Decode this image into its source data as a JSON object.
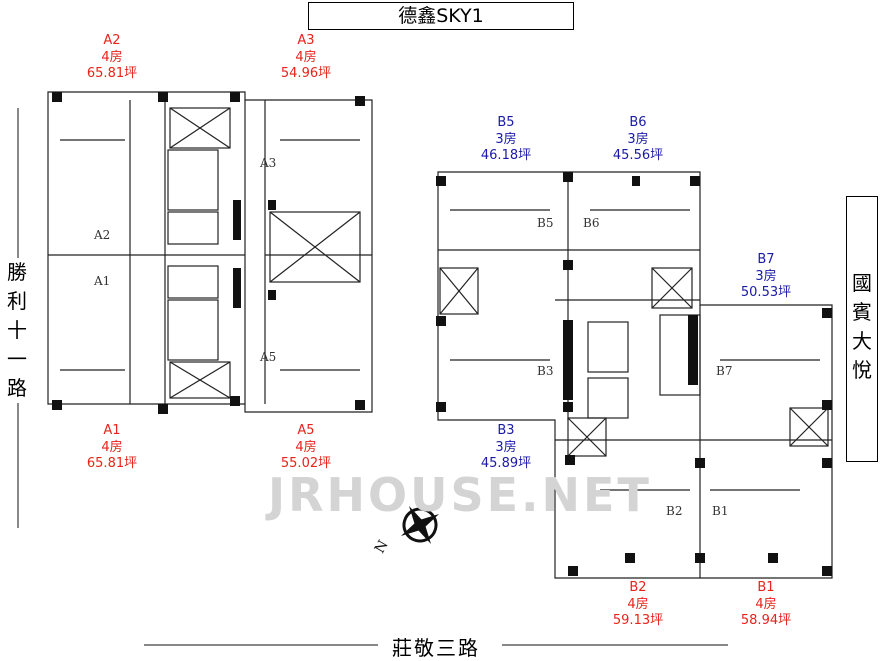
{
  "title": "德鑫SKY1",
  "roads": {
    "west": [
      "勝",
      "利",
      "十",
      "一",
      "路"
    ],
    "east": [
      "國",
      "賓",
      "大",
      "悅"
    ],
    "south": "莊敬三路"
  },
  "watermark": "JRHOUSE.NET",
  "compass": "N",
  "colors": {
    "red": "#e8231a",
    "blue": "#1a1aa8"
  },
  "units": [
    {
      "id": "A2",
      "rooms": "4房",
      "area": "65.81坪",
      "color": "red"
    },
    {
      "id": "A3",
      "rooms": "4房",
      "area": "54.96坪",
      "color": "red"
    },
    {
      "id": "B5",
      "rooms": "3房",
      "area": "46.18坪",
      "color": "blue"
    },
    {
      "id": "B6",
      "rooms": "3房",
      "area": "45.56坪",
      "color": "blue"
    },
    {
      "id": "B7",
      "rooms": "3房",
      "area": "50.53坪",
      "color": "blue"
    },
    {
      "id": "A1",
      "rooms": "4房",
      "area": "65.81坪",
      "color": "red"
    },
    {
      "id": "A5",
      "rooms": "4房",
      "area": "55.02坪",
      "color": "red"
    },
    {
      "id": "B3",
      "rooms": "3房",
      "area": "45.89坪",
      "color": "blue"
    },
    {
      "id": "B2",
      "rooms": "4房",
      "area": "59.13坪",
      "color": "red"
    },
    {
      "id": "B1",
      "rooms": "4房",
      "area": "58.94坪",
      "color": "red"
    }
  ],
  "plan_labels": {
    "A2": "A2",
    "A1": "A1",
    "A3": "A3",
    "A5": "A5",
    "B5": "B5",
    "B6": "B6",
    "B7": "B7",
    "B3": "B3",
    "B2": "B2",
    "B1": "B1"
  }
}
